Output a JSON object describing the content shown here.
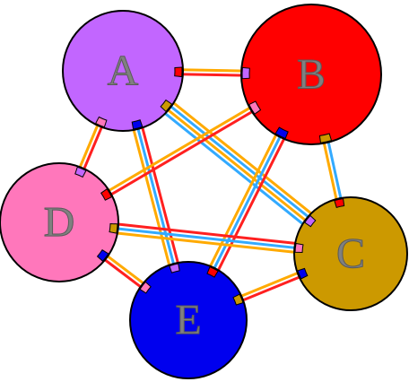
{
  "diagram": {
    "type": "chord-network",
    "nodes": [
      {
        "id": "A",
        "label": "A",
        "color": "#c266ff"
      },
      {
        "id": "B",
        "label": "B",
        "color": "#ff0000"
      },
      {
        "id": "C",
        "label": "C",
        "color": "#cc9900"
      },
      {
        "id": "D",
        "label": "D",
        "color": "#ff77bb"
      },
      {
        "id": "E",
        "label": "E",
        "color": "#0000ee"
      }
    ],
    "edges": [
      {
        "source": "A",
        "target": "B",
        "colors": [
          "#ffaa00",
          "#ff2020"
        ]
      },
      {
        "source": "A",
        "target": "C",
        "colors": [
          "#ffaa00",
          "#33aaff",
          "#ffaa00",
          "#33aaff"
        ]
      },
      {
        "source": "A",
        "target": "D",
        "colors": [
          "#ff2020",
          "#ffaa00"
        ]
      },
      {
        "source": "A",
        "target": "E",
        "colors": [
          "#ff2020",
          "#33aaff",
          "#ffaa00"
        ]
      },
      {
        "source": "B",
        "target": "C",
        "colors": [
          "#33aaff",
          "#ffaa00"
        ]
      },
      {
        "source": "B",
        "target": "D",
        "colors": [
          "#ff2020",
          "#ffaa00"
        ]
      },
      {
        "source": "B",
        "target": "E",
        "colors": [
          "#ff2020",
          "#33aaff",
          "#ffaa00"
        ]
      },
      {
        "source": "C",
        "target": "D",
        "colors": [
          "#ffaa00",
          "#33aaff",
          "#ff2020"
        ]
      },
      {
        "source": "C",
        "target": "E",
        "colors": [
          "#ff2020",
          "#ffaa00"
        ]
      },
      {
        "source": "D",
        "target": "E",
        "colors": [
          "#ffaa00",
          "#ff2020"
        ]
      }
    ]
  }
}
